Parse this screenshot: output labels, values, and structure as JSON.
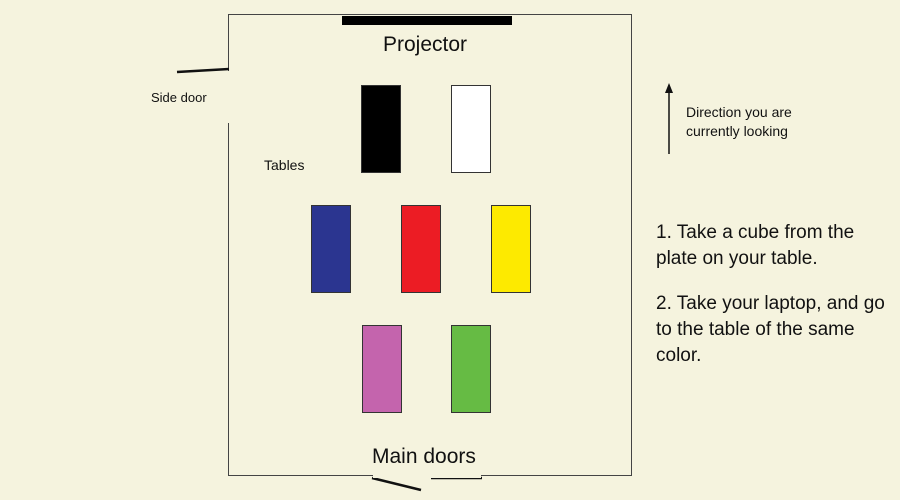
{
  "labels": {
    "projector": "Projector",
    "main_doors": "Main doors",
    "side_door": "Side door",
    "tables": "Tables",
    "direction": "Direction you are currently looking"
  },
  "instructions": [
    "1. Take a cube from the plate on your table.",
    "2. Take your laptop, and go to the table of the same color."
  ],
  "tables": [
    {
      "name": "black",
      "color": "#000000"
    },
    {
      "name": "white",
      "color": "#ffffff"
    },
    {
      "name": "blue",
      "color": "#2b3590"
    },
    {
      "name": "red",
      "color": "#ec1c24"
    },
    {
      "name": "yellow",
      "color": "#fdea00"
    },
    {
      "name": "pink",
      "color": "#c464ad"
    },
    {
      "name": "green",
      "color": "#66bb44"
    }
  ],
  "colors": {
    "background": "#f5f3de",
    "wall": "#444444"
  },
  "icons": {
    "direction": "arrow-up-icon"
  }
}
